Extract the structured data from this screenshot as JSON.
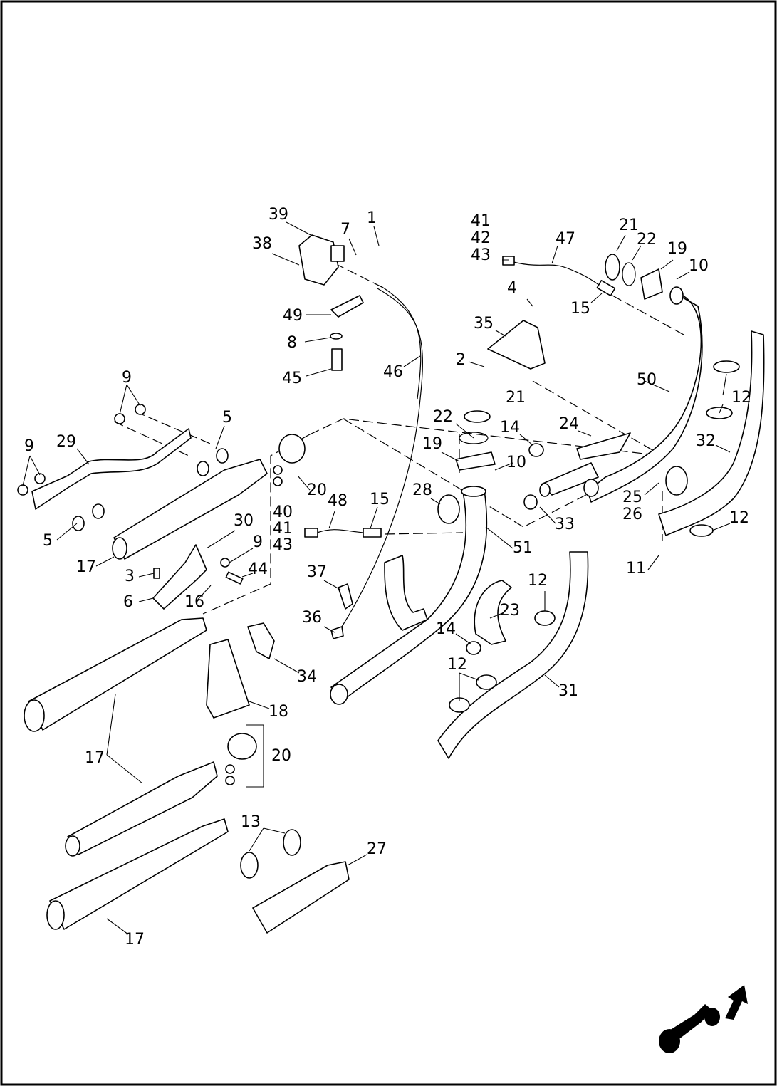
{
  "diagram": {
    "title_hidden": "",
    "callouts": [
      "39",
      "7",
      "1",
      "38",
      "41",
      "42",
      "43",
      "47",
      "21",
      "22",
      "19",
      "10",
      "4",
      "15",
      "35",
      "49",
      "8",
      "45",
      "46",
      "2",
      "21",
      "50",
      "12",
      "9",
      "22",
      "14",
      "24",
      "5",
      "29",
      "9",
      "19",
      "10",
      "32",
      "20",
      "40",
      "41",
      "43",
      "48",
      "15",
      "28",
      "25",
      "26",
      "12",
      "33",
      "51",
      "30",
      "9",
      "5",
      "17",
      "3",
      "44",
      "11",
      "37",
      "6",
      "16",
      "12",
      "23",
      "36",
      "14",
      "12",
      "34",
      "31",
      "18",
      "17",
      "20",
      "13",
      "27",
      "17"
    ],
    "logo": "motorcycle-direction-icon"
  }
}
